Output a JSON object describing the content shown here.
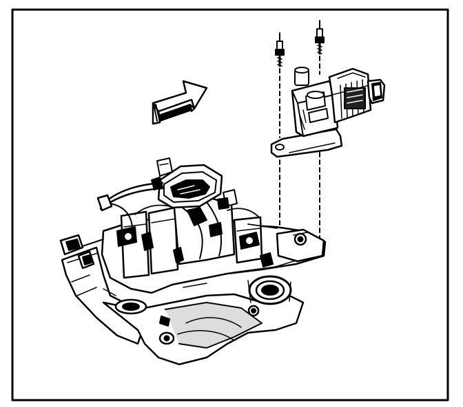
{
  "diagram": {
    "style": "black-and-white technical line drawing",
    "parts": [
      "ignition-coil-module",
      "mounting-bolt",
      "mounting-bolt",
      "direction-arrow",
      "intake-manifold",
      "engine-block"
    ]
  },
  "colors": {
    "ink": "#000000",
    "paper": "#ffffff",
    "shade": "#d9d9d9"
  }
}
